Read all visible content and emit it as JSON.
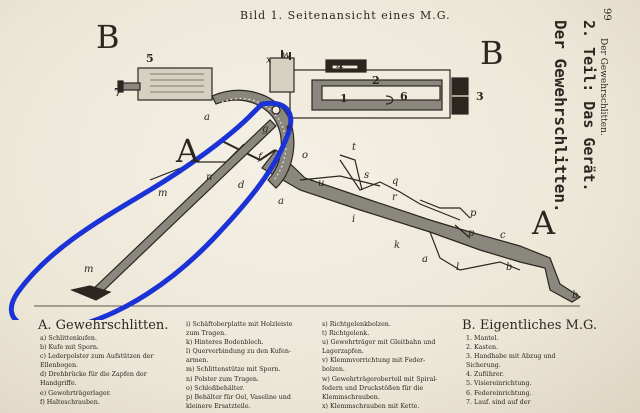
{
  "page": {
    "title": "Bild 1.  Seitenansicht eines M.G.",
    "page_number": "99",
    "side_header": "Der Gewehrschlitten.",
    "vertical_title_1": "2. Teil: Das Gerät.",
    "vertical_title_2": "Der Gewehrschlitten."
  },
  "diagram": {
    "big_letters": {
      "b_left": "B",
      "b_right": "B",
      "a_left": "A",
      "a_right": "A"
    },
    "number_labels": [
      "1",
      "2",
      "3",
      "4",
      "5",
      "6",
      "7"
    ],
    "letter_labels": {
      "x": "x",
      "w": "w",
      "a1": "a",
      "g": "g",
      "f": "f",
      "e": "e",
      "o": "o",
      "n": "n",
      "m1": "m",
      "d": "d",
      "a2": "a",
      "m2": "m",
      "i": "i",
      "k": "k",
      "a3": "a",
      "l": "l",
      "b1": "b",
      "b2": "b",
      "c": "c",
      "p1": "p",
      "p2": "p",
      "q": "q",
      "r": "r",
      "s": "s",
      "t": "t",
      "u": "u"
    },
    "colors": {
      "ink": "#2b2620",
      "metal": "#8a877f",
      "highlight": "#1b33d6"
    }
  },
  "section_a": {
    "title": "A. Gewehrschlitten.",
    "col1": [
      "a) Schlittenkufen.",
      "b) Kufe mit Sporn.",
      "c) Lederpolster zum Aufstützen der",
      "    Ellenbogen.",
      "d) Drehbrücke für die Zapfen der",
      "    Handgriffe.",
      "e) Gewehrträgerlager.",
      "f) Halteschrauben."
    ],
    "col2": [
      "i) Schäftoberplatte mit Holzleiste",
      "    zum Tragen.",
      "k) Hinteres Bodenblech.",
      "l) Querverbindung zu den Kufen-",
      "    armen.",
      "m) Schlittenstütze mit Sporn.",
      "n) Polster zum Tragen.",
      "o) Schloßbehälter.",
      "p) Behälter für Oel, Vaseline und",
      "    kleinere Ersatzteile."
    ],
    "col3": [
      "s) Richtgelenkbolzen.",
      "t) Richtgelenk.",
      "u) Gewehrträger mit Gleitbahn und",
      "    Lagerzapfen.",
      "v) Klemmvorrichtung mit Feder-",
      "    bolzen.",
      "w) Gewehrträgeroberteil mit Spiral-",
      "    federn und Druckstößen für die",
      "    Klemmschrauben.",
      "x) Klemmschrauben mit Kette."
    ]
  },
  "section_b": {
    "title": "B. Eigentliches M.G.",
    "items": [
      "1. Mantel.",
      "2. Kasten.",
      "3. Handhabe mit Abzug und",
      "    Sicherung.",
      "4. Zuführer.",
      "5. Visiereinrichtung.",
      "6. Federeinrichtung.",
      "7. Lauf.                sind auf der"
    ]
  }
}
